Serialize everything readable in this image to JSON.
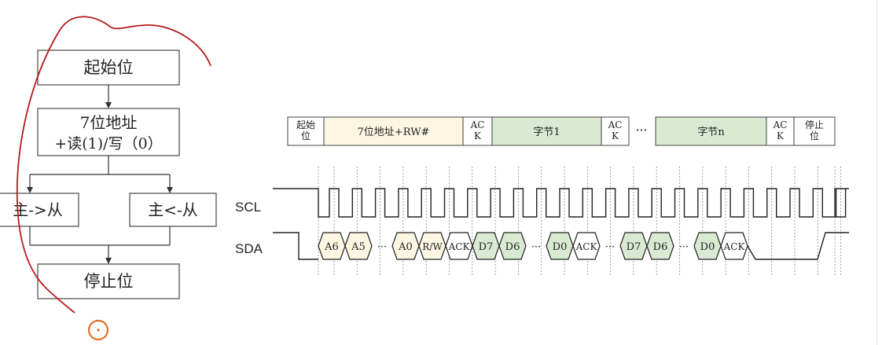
{
  "flowchart": {
    "start": "起始位",
    "addr_line1": "7位地址",
    "addr_line2": "+读(1)/写（0）",
    "master_to_slave": "主->从",
    "slave_to_master": "主<-从",
    "stop": "停止位"
  },
  "frame": {
    "fields": [
      {
        "lines": [
          "起始",
          "位"
        ],
        "fill": "#ffffff"
      },
      {
        "lines": [
          "7位地址+RW#"
        ],
        "fill": "#fdf6e3"
      },
      {
        "lines": [
          "AC",
          "K"
        ],
        "fill": "#ffffff"
      },
      {
        "lines": [
          "字节1"
        ],
        "fill": "#d9ead3"
      },
      {
        "lines": [
          "AC",
          "K"
        ],
        "fill": "#ffffff"
      },
      {
        "lines": [
          "字节n"
        ],
        "fill": "#d9ead3"
      },
      {
        "lines": [
          "AC",
          "K"
        ],
        "fill": "#ffffff"
      },
      {
        "lines": [
          "停止",
          "位"
        ],
        "fill": "#ffffff"
      }
    ],
    "ellipsis": "···"
  },
  "signals": {
    "scl": "SCL",
    "sda": "SDA",
    "sda_cells": [
      {
        "text": "A6",
        "fill": "#fdf6e3"
      },
      {
        "text": "A5",
        "fill": "#fdf6e3"
      },
      {
        "text": "···",
        "gap": true
      },
      {
        "text": "A0",
        "fill": "#fdf6e3"
      },
      {
        "text": "R/W",
        "fill": "#fdf6e3"
      },
      {
        "text": "ACK",
        "fill": "#ffffff"
      },
      {
        "text": "D7",
        "fill": "#d9ead3"
      },
      {
        "text": "D6",
        "fill": "#d9ead3"
      },
      {
        "text": "···",
        "gap": true
      },
      {
        "text": "D0",
        "fill": "#d9ead3"
      },
      {
        "text": "ACK",
        "fill": "#ffffff"
      },
      {
        "text": "···",
        "gap": true
      },
      {
        "text": "D7",
        "fill": "#d9ead3"
      },
      {
        "text": "D6",
        "fill": "#d9ead3"
      },
      {
        "text": "···",
        "gap": true
      },
      {
        "text": "D0",
        "fill": "#d9ead3"
      },
      {
        "text": "ACK",
        "fill": "#ffffff"
      }
    ]
  },
  "colors": {
    "line": "#333333",
    "box_border": "#555555",
    "annotation": "#b71c1c",
    "cursor": "#e0702a"
  }
}
